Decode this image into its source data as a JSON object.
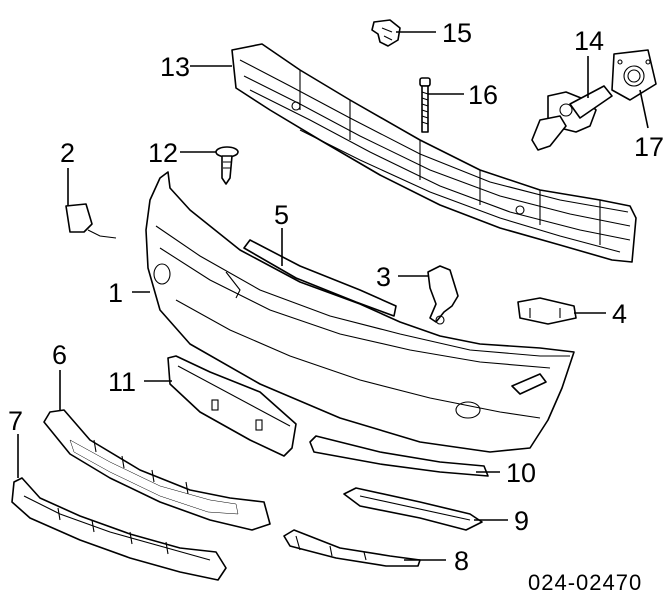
{
  "diagram": {
    "reference_code": "024-02470",
    "callouts": [
      {
        "id": "c1",
        "label": "1"
      },
      {
        "id": "c2",
        "label": "2"
      },
      {
        "id": "c3",
        "label": "3"
      },
      {
        "id": "c4",
        "label": "4"
      },
      {
        "id": "c5",
        "label": "5"
      },
      {
        "id": "c6",
        "label": "6"
      },
      {
        "id": "c7",
        "label": "7"
      },
      {
        "id": "c8",
        "label": "8"
      },
      {
        "id": "c9",
        "label": "9"
      },
      {
        "id": "c10",
        "label": "10"
      },
      {
        "id": "c11",
        "label": "11"
      },
      {
        "id": "c12",
        "label": "12"
      },
      {
        "id": "c13",
        "label": "13"
      },
      {
        "id": "c14",
        "label": "14"
      },
      {
        "id": "c15",
        "label": "15"
      },
      {
        "id": "c16",
        "label": "16"
      },
      {
        "id": "c17",
        "label": "17"
      }
    ]
  }
}
